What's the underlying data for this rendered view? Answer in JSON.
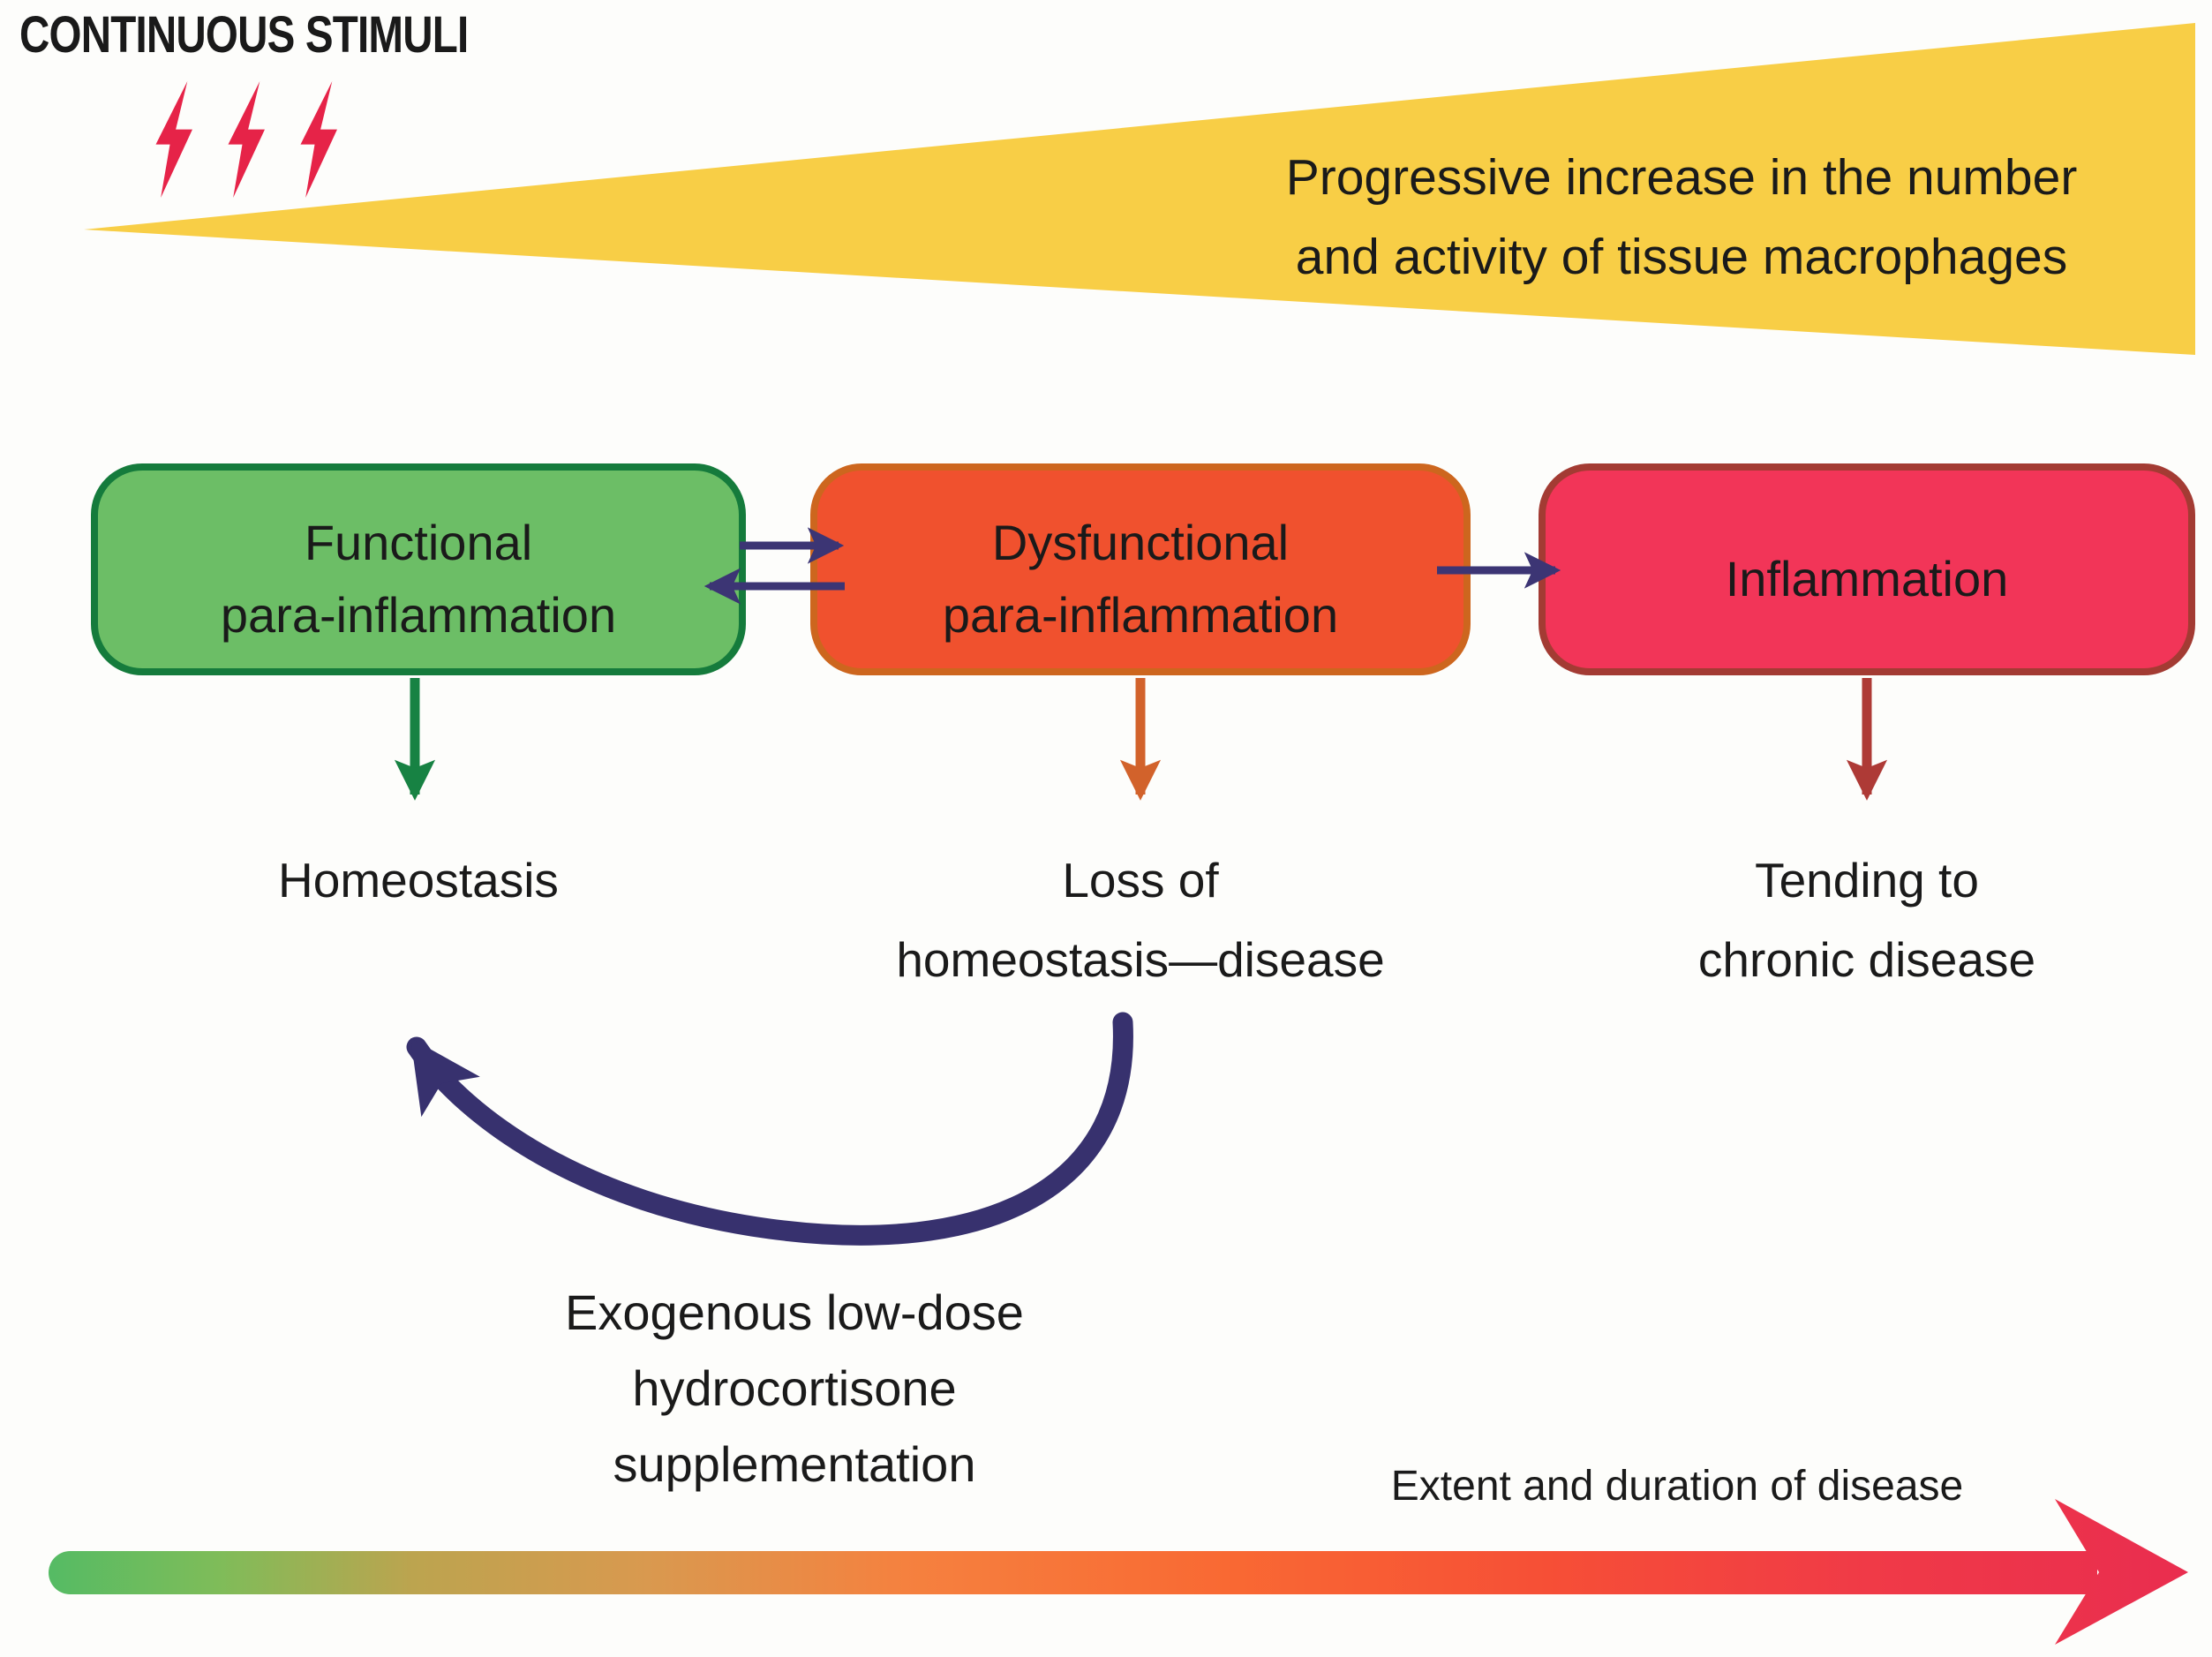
{
  "figure": {
    "title": "CONTINUOUS STIMULI",
    "stimuli_icon": "lightning-bolt-icon",
    "stimuli_bolt_count": 3
  },
  "wedge": {
    "label_lines": [
      "Progressive increase in the number",
      "and activity of tissue macrophages"
    ],
    "color": "#f8ce46"
  },
  "stages": [
    {
      "label_lines": [
        "Functional",
        "para-inflammation"
      ],
      "fill": "#6cbe66",
      "border": "#157b3c",
      "outcome_lines": [
        "Homeostasis"
      ],
      "down_arrow_color": "#178243"
    },
    {
      "label_lines": [
        "Dysfunctional",
        "para-inflammation"
      ],
      "fill": "#f0512e",
      "border": "#cd661e",
      "outcome_lines": [
        "Loss of",
        "homeostasis—disease"
      ],
      "down_arrow_color": "#d2622b"
    },
    {
      "label_lines": [
        "Inflammation"
      ],
      "fill": "#f23558",
      "border": "#a33b33",
      "outcome_lines": [
        "Tending to",
        "chronic disease"
      ],
      "down_arrow_color": "#ae3a36"
    }
  ],
  "flow": {
    "arrow_color": "#3c3574",
    "bolt_color": "#e62348"
  },
  "feedback": {
    "label_lines": [
      "Exogenous low-dose",
      "hydrocortisone",
      "supplementation"
    ],
    "arrow_color": "#37316e"
  },
  "timeline": {
    "label": "Extent and duration of disease",
    "gradient_colors": [
      "#55bb64",
      "#bca44f",
      "#f5813f",
      "#e92d4f"
    ]
  }
}
